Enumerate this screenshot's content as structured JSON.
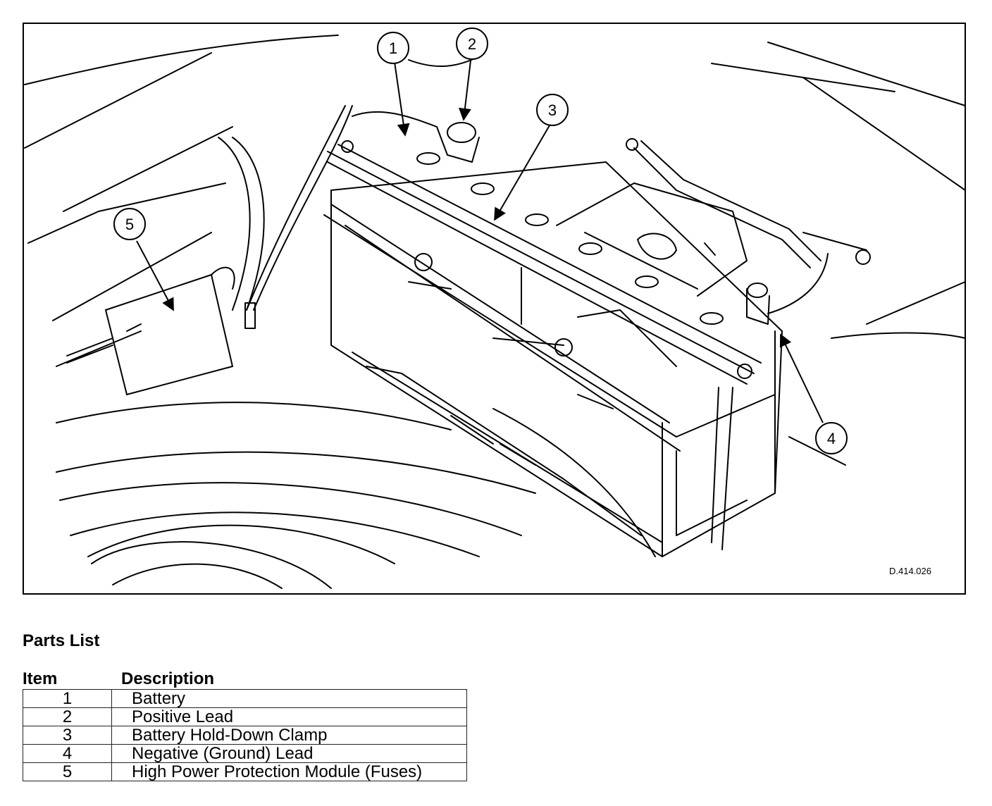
{
  "figure": {
    "code": "D.414.026",
    "callouts": [
      "1",
      "2",
      "3",
      "4",
      "5"
    ]
  },
  "parts_list": {
    "title": "Parts List",
    "headers": {
      "item": "Item",
      "description": "Description"
    },
    "rows": [
      {
        "item": "1",
        "description": "Battery"
      },
      {
        "item": "2",
        "description": "Positive Lead"
      },
      {
        "item": "3",
        "description": "Battery Hold-Down Clamp"
      },
      {
        "item": "4",
        "description": "Negative (Ground) Lead"
      },
      {
        "item": "5",
        "description": "High Power Protection Module (Fuses)"
      }
    ]
  }
}
